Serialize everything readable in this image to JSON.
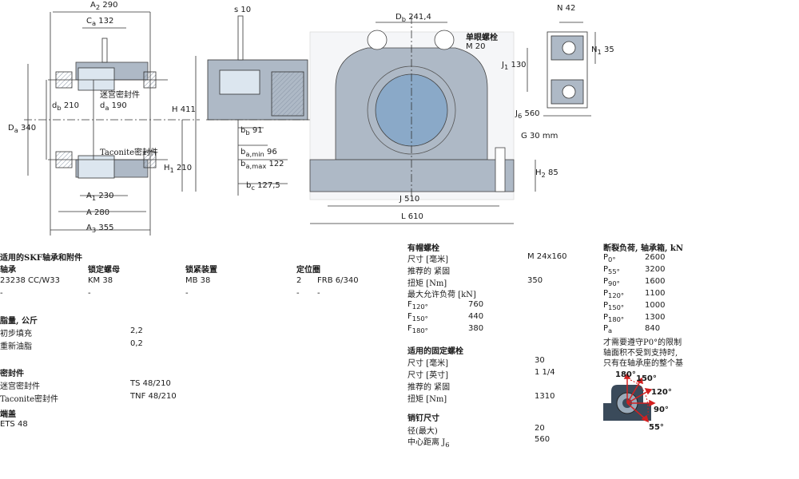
{
  "drawing_labels": {
    "a2": "A",
    "a2_sub": "2",
    "a2_val": "290",
    "ca": "C",
    "ca_sub": "a",
    "ca_val": "132",
    "s": "s",
    "s_val": "10",
    "db241": "D",
    "db241_sub": "b",
    "db241_val": "241,4",
    "eyebolt_title": "单眼螺栓",
    "eyebolt_val": "M 20",
    "n": "N",
    "n_val": "42",
    "n1": "N",
    "n1_sub": "1",
    "n1_val": "35",
    "j1": "J",
    "j1_sub": "1",
    "j1_val": "130",
    "j6": "J",
    "j6_sub": "6",
    "j6_val": "560",
    "g": "G",
    "g_val": "30 mm",
    "h2": "H",
    "h2_sub": "2",
    "h2_val": "85",
    "j": "J",
    "j_val": "510",
    "l": "L",
    "l_val": "610",
    "labyrinth_seal": "迷宫密封件",
    "taconite_seal": "Taconite密封件",
    "db210": "d",
    "db210_sub": "b",
    "db210_val": "210",
    "da190": "d",
    "da190_sub": "a",
    "da190_val": "190",
    "da340": "D",
    "da340_sub": "a",
    "da340_val": "340",
    "h411": "H",
    "h411_val": "411",
    "h1": "H",
    "h1_sub": "1",
    "h1_val": "210",
    "a1": "A",
    "a1_sub": "1",
    "a1_val": "230",
    "a280": "A",
    "a280_val": "280",
    "a3": "A",
    "a3_sub": "3",
    "a3_val": "355",
    "bb": "b",
    "bb_sub": "b",
    "bb_val": "91",
    "bamin": "b",
    "bamin_sub": "a,min",
    "bamin_val": "96",
    "bamax": "b",
    "bamax_sub": "a,max",
    "bamax_val": "122",
    "bc": "b",
    "bc_sub": "c",
    "bc_val": "127,5"
  },
  "section_parts": {
    "title": "适用的SKF轴承和附件",
    "headers": [
      "轴承",
      "锁定螺母",
      "锁紧装置",
      "定位圈"
    ],
    "rows": [
      [
        "23238 CC/W33",
        "KM 38",
        "MB 38",
        "2",
        "FRB 6/340"
      ],
      [
        "-",
        "-",
        "-",
        "-",
        "-"
      ]
    ]
  },
  "section_grease": {
    "title": "脂量, 公斤",
    "rows": [
      [
        "初步填充",
        "2,2"
      ],
      [
        "重新油脂",
        "0,2"
      ]
    ]
  },
  "section_seals": {
    "title": "密封件",
    "rows": [
      [
        "迷宫密封件",
        "TS 48/210"
      ],
      [
        "Taconite密封件",
        "TNF 48/210"
      ]
    ]
  },
  "section_endcover": {
    "title": "端盖",
    "value": "ETS 48"
  },
  "section_capbolts": {
    "title": "有帽螺栓",
    "size_label": "尺寸 [毫米]",
    "size_val": "M 24x160",
    "torque_rec": "推荐的 紧固",
    "torque_label": "扭矩 [Nm]",
    "torque_val": "350",
    "maxload_label": "最大允许负荷 [kN]",
    "loads": [
      {
        "sym": "F",
        "sub": "120°",
        "val": "760"
      },
      {
        "sym": "F",
        "sub": "150°",
        "val": "440"
      },
      {
        "sym": "F",
        "sub": "180°",
        "val": "380"
      }
    ]
  },
  "section_fixbolts": {
    "title": "适用的固定螺栓",
    "rows": [
      [
        "尺寸 [毫米]",
        "30"
      ],
      [
        "尺寸 [英寸]",
        "1 1/4"
      ],
      [
        "推荐的 紧固",
        ""
      ],
      [
        "扭矩 [Nm]",
        "1310"
      ]
    ]
  },
  "section_dowel": {
    "title": "销钉尺寸",
    "diam_label": "径(最大)",
    "diam_val": "20",
    "center_label": "中心距离 J",
    "center_sub": "6",
    "center_val": "560"
  },
  "section_breaking": {
    "title": "断裂负荷, 轴承箱, kN",
    "loads": [
      {
        "sym": "P",
        "sub": "0°",
        "val": "2600"
      },
      {
        "sym": "P",
        "sub": "55°",
        "val": "3200"
      },
      {
        "sym": "P",
        "sub": "90°",
        "val": "1600"
      },
      {
        "sym": "P",
        "sub": "120°",
        "val": "1100"
      },
      {
        "sym": "P",
        "sub": "150°",
        "val": "1000"
      },
      {
        "sym": "P",
        "sub": "180°",
        "val": "1300"
      },
      {
        "sym": "P",
        "sub": "a",
        "val": "840"
      }
    ],
    "note": [
      "才需要遵守P0°的限制",
      "轴面积不受到支持时,",
      "只有在轴承座的整个基"
    ]
  },
  "load_diagram": {
    "angles": [
      "180°",
      "150°",
      "120°",
      "90°",
      "55°"
    ],
    "arrow_color": "#d32020",
    "housing_color": "#3a4a5a"
  }
}
